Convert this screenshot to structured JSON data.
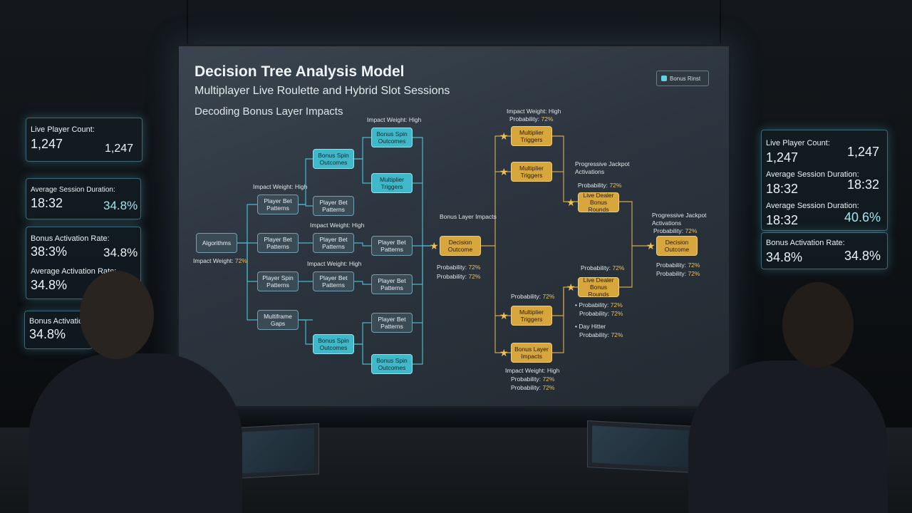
{
  "screen": {
    "title": "Decision Tree Analysis Model",
    "subtitle": "Multiplayer Live Roulette and Hybrid Slot Sessions",
    "section": "Decoding Bonus Layer Impacts",
    "legend": "Bonus Rinst"
  },
  "nodes": {
    "algorithm": "Algorithms",
    "player_bet_patterns_1": "Player Bet Patterns",
    "player_bet_patterns_2": "Player Bet Patterns",
    "player_spin_patterns": "Player Spin Patterns",
    "multiframe_gaps": "Multiframe Gaps",
    "bonus_spin_outcomes_1": "Bonus Spin Outcomes",
    "player_bet_patterns_3": "Player Bet Patterns",
    "player_bet_patterns_4": "Player Bet Patterns",
    "player_bet_patterns_5": "Player Bet Patterns",
    "bonus_spin_outcomes_2": "Bonus Spin Outcomes",
    "bonus_spin_outcomes_3": "Bonus Spin Outcomes",
    "multiplier_triggers_1": "Multiplier Triggers",
    "player_bet_patterns_6": "Player Bet Patterns",
    "player_bet_patterns_7": "Player Bet Patterns",
    "player_bet_patterns_8": "Player Bet Patterns",
    "bonus_spin_outcomes_4": "Bonus Spin Outcomes",
    "decision_outcome": "Decision Outcome",
    "multiplier_triggers_2": "Multiplier Triggers",
    "multiplier_triggers_3": "Multiplier Triggers",
    "multiplier_triggers_4": "Multiplier Triggers",
    "bonus_layer_impacts": "Bonus Layer Impacts",
    "live_dealer_bonus_rounds_1": "Live Dealer Bonus Rounds",
    "live_dealer_bonus_rounds_2": "Live Dealer Bonus Rounds",
    "decision_outcome_2": "Decision Outcome"
  },
  "annotations": {
    "impact_weight_72_label": "Impact Weight:",
    "impact_weight_72_value": "72%",
    "impact_weight_high_1": "Impact Weight: High",
    "impact_weight_high_2": "Impact Weight: High",
    "impact_weight_high_3": "Impact Weight: High",
    "impact_weight_high_4": "Impact Weight: High",
    "impact_weight_high_5": "Impact Weight: High",
    "impact_weight_high_6": "Impact Weight: High",
    "bonus_layer_impacts_label": "Bonus Layer Impacts",
    "probability_label": "Probability:",
    "probability_value": "72%",
    "progressive_jackpot_activations_1": "Progressive Jackpot Activations",
    "progressive_jackpot_activations_2": "Progressive Jackpot Activations",
    "day_hitter": "Day Hitter"
  },
  "left_panels": [
    {
      "label": "Live Player Count:",
      "value_a": "1,247",
      "value_b": "1,247"
    },
    {
      "label": "Average Session Duration:",
      "value_a": "18:32",
      "value_b": "34.8%"
    },
    {
      "label": "Bonus Activation Rate:",
      "value_a": "38:3%",
      "value_b": "34.8%",
      "label2": "Average Activation Rate:",
      "value_c": "34.8%"
    },
    {
      "label": "Bonus Activation",
      "value_a": "34.8%"
    }
  ],
  "right_panels": [
    {
      "label": "Live Player Count:",
      "value_a": "1,247",
      "value_b": "1,247",
      "label2": "Average Session Duration:",
      "value_c": "18:32",
      "value_d": "18:32",
      "label3": "Average Session Duration:",
      "value_e": "18:32",
      "value_f": "40.6%"
    },
    {
      "label": "Bonus Activation Rate:",
      "value_a": "34.8%",
      "value_b": "34.8%"
    }
  ],
  "colors": {
    "teal": "#3fb8c9",
    "slate": "#3b4b56",
    "gold": "#d7a63c",
    "accent": "#9fe6f0",
    "highlight": "#f0c24e"
  }
}
